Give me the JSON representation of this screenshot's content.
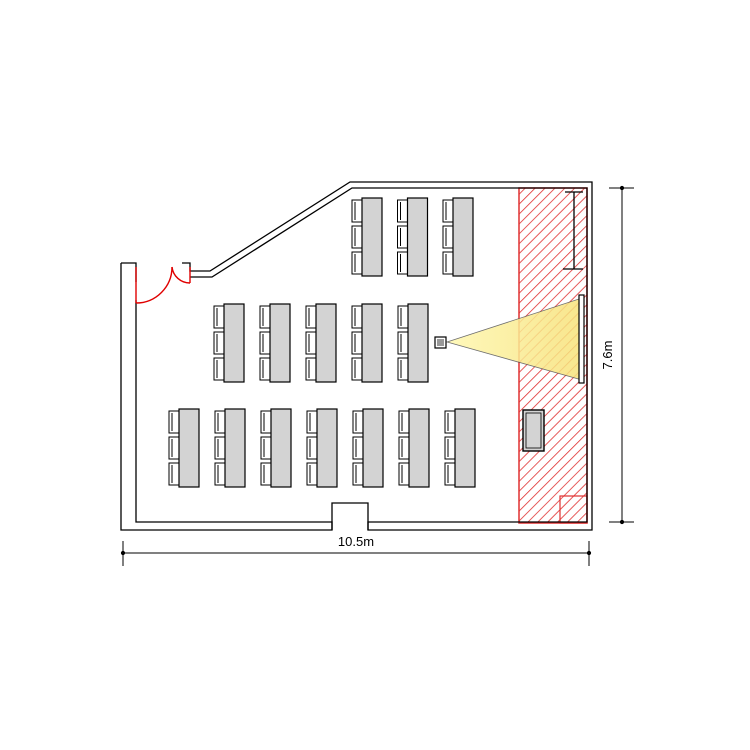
{
  "plan": {
    "width_label": "10.5m",
    "height_label": "7.6m"
  },
  "layout_rows": [
    {
      "row": 1,
      "tables": 3,
      "chairs_per_table": 3
    },
    {
      "row": 2,
      "tables": 5,
      "chairs_per_table": 3
    },
    {
      "row": 3,
      "tables": 7,
      "chairs_per_table": 3
    }
  ],
  "colors": {
    "wall": "#000000",
    "door": "#e00000",
    "table_fill": "#d3d3d3",
    "chair_fill": "#ffffff",
    "stage_hatch": "#e03030",
    "projection_beam": "#fff59a"
  },
  "icons": {
    "projector": "projector-icon",
    "screen": "projection-screen-icon",
    "lectern": "lectern-icon",
    "whiteboard": "whiteboard-icon"
  }
}
